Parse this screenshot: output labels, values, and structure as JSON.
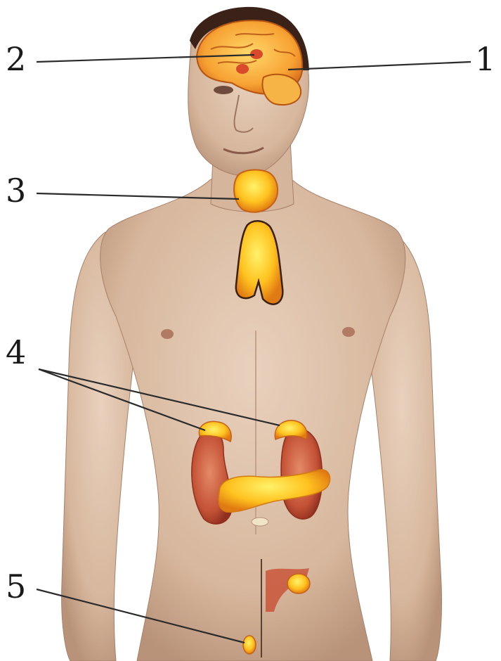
{
  "labels": {
    "l1": "1",
    "l2": "2",
    "l3": "3",
    "l4": "4",
    "l5": "5"
  },
  "colors": {
    "background": "#ffffff",
    "skin": "#dcbfa6",
    "skin_shadow": "#b89378",
    "hair": "#3b2218",
    "gland_yellow": "#ffd83a",
    "gland_orange": "#f08a1e",
    "kidney": "#c9553a",
    "line": "#2b2b2b"
  }
}
